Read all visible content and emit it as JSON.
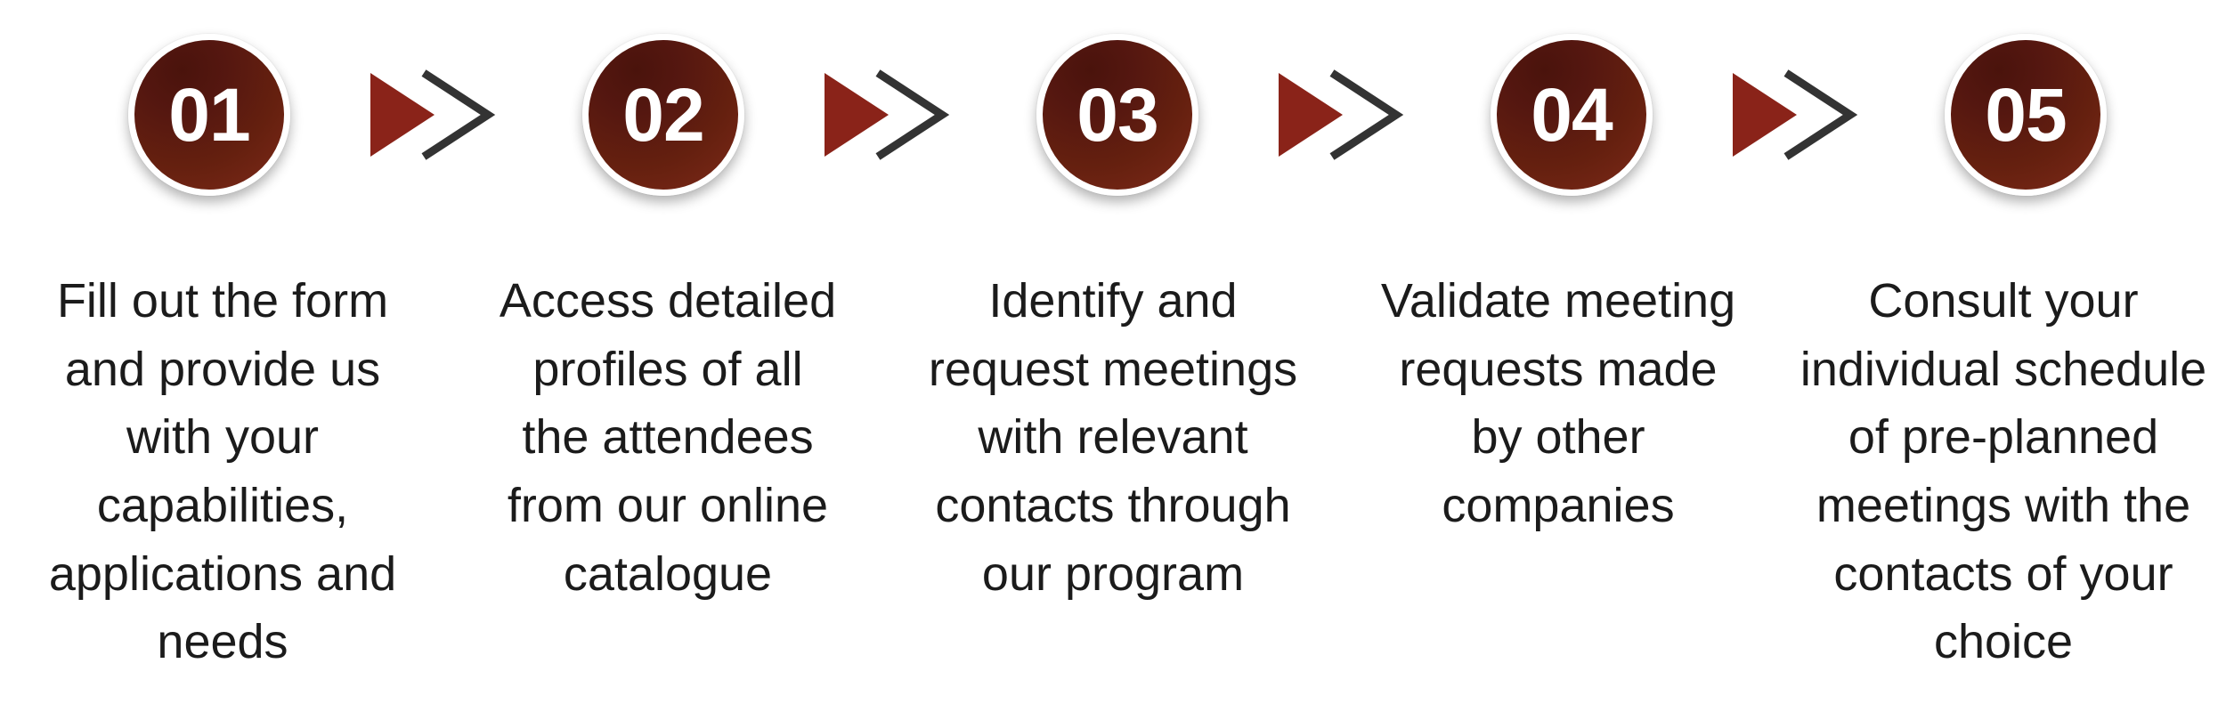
{
  "theme": {
    "background": "#ffffff",
    "badge_color_dark": "#4a130c",
    "badge_color_light": "#7d2919",
    "badge_ring": "#ffffff",
    "arrow_fill": "#8a2319",
    "arrow_outline": "#333333",
    "text_color": "#1b1b1b"
  },
  "steps": [
    {
      "number": "01",
      "caption": "Fill out the form\nand provide us\nwith your\ncapabilities,\napplications and\nneeds"
    },
    {
      "number": "02",
      "caption": "Access detailed\nprofiles of all\nthe attendees\nfrom our online\ncatalogue"
    },
    {
      "number": "03",
      "caption": "Identify and\nrequest meetings\nwith relevant\ncontacts through\nour program"
    },
    {
      "number": "04",
      "caption": "Validate meeting\nrequests made\nby other\ncompanies"
    },
    {
      "number": "05",
      "caption": "Consult your\nindividual schedule\nof pre-planned\nmeetings with the\ncontacts of your\nchoice"
    }
  ],
  "arrows": [
    {
      "name": "arrow-1"
    },
    {
      "name": "arrow-2"
    },
    {
      "name": "arrow-3"
    },
    {
      "name": "arrow-4"
    }
  ]
}
